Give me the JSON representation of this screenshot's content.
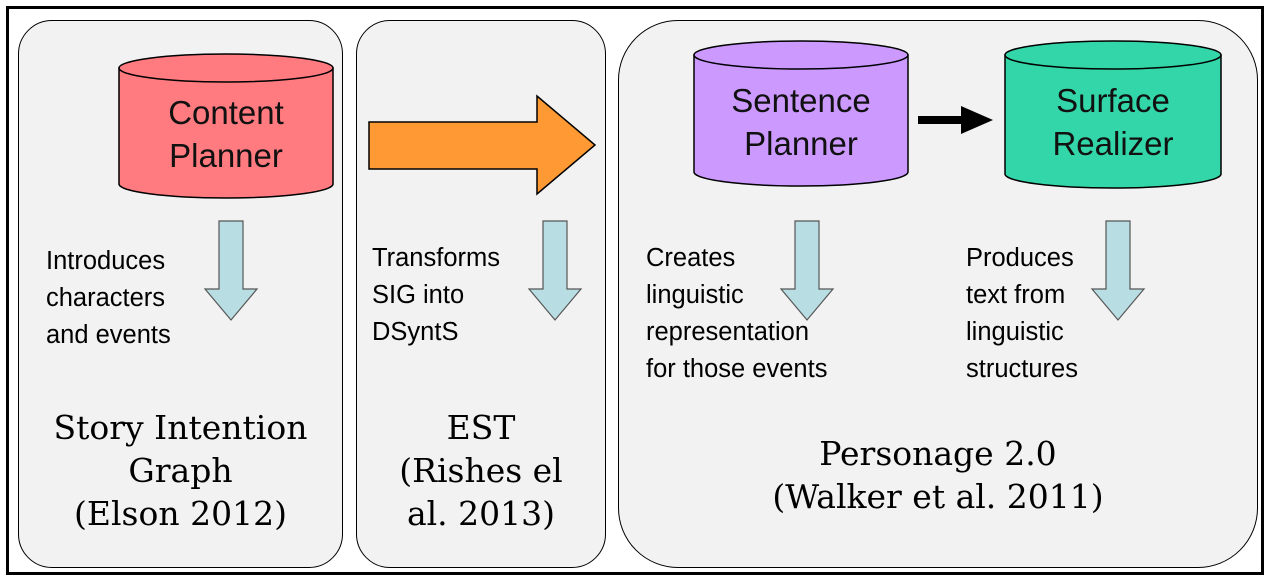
{
  "colors": {
    "content_planner": "#ff7b80",
    "sentence_planner": "#cc99ff",
    "surface_realizer": "#33d6a8",
    "transform_arrow": "#ff9933",
    "down_arrow": "#b8dde3",
    "panel_fill": "#f2f2f2"
  },
  "nodes": {
    "content_planner": [
      "Content",
      "Planner"
    ],
    "sentence_planner": [
      "Sentence",
      "Planner"
    ],
    "surface_realizer": [
      "Surface",
      "Realizer"
    ]
  },
  "descriptions": {
    "content_planner": [
      "Introduces",
      "characters",
      "and events"
    ],
    "est": [
      "Transforms",
      "SIG into",
      "DSyntS"
    ],
    "sentence_planner": [
      "Creates",
      "linguistic",
      "representation",
      "for those events"
    ],
    "surface_realizer": [
      "Produces",
      "text from",
      "linguistic",
      "structures"
    ]
  },
  "references": {
    "sig": [
      "Story Intention",
      "Graph",
      "(Elson 2012)"
    ],
    "est": [
      "EST",
      "(Rishes el",
      "al. 2013)"
    ],
    "personage": [
      "Personage 2.0",
      "(Walker et al. 2011)"
    ]
  },
  "icons": {
    "cylinder": "database-cylinder-icon",
    "block_arrow": "right-block-arrow-icon",
    "down_arrow": "down-arrow-icon",
    "connector": "right-arrow-icon"
  }
}
